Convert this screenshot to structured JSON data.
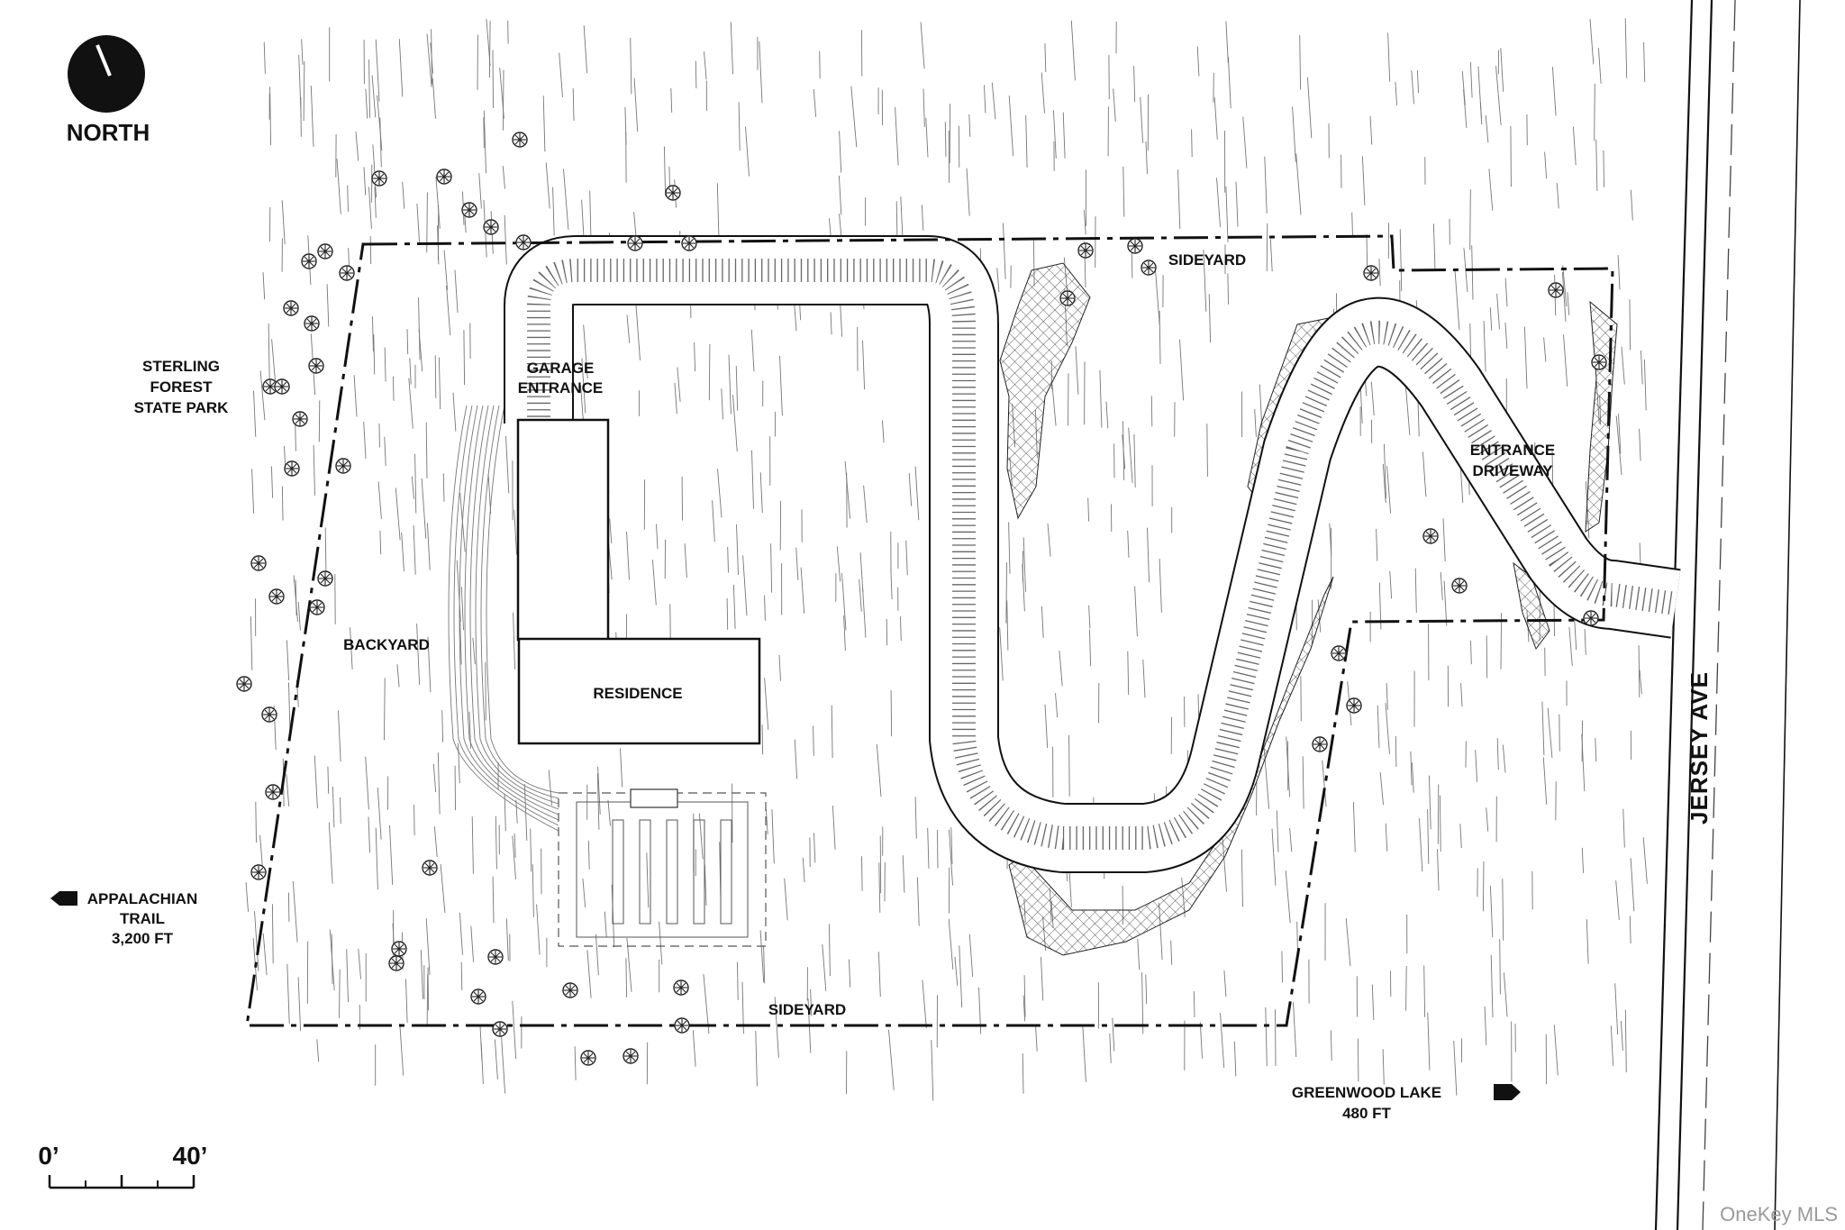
{
  "compass": {
    "label": "NORTH",
    "icon": "north-arrow-icon"
  },
  "areas": {
    "sterling_forest": "STERLING\nFOREST\nSTATE PARK",
    "garage_entrance": "GARAGE\nENTRANCE",
    "sideyard_north": "SIDEYARD",
    "sideyard_south": "SIDEYARD",
    "backyard": "BACKYARD",
    "residence": "RESIDENCE",
    "entrance_driveway": "ENTRANCE\nDRIVEWAY"
  },
  "road": {
    "name": "JERSEY AVE"
  },
  "pointers": {
    "appalachian": {
      "label": "APPALACHIAN\nTRAIL\n3,200 FT",
      "icon": "arrow-left-icon"
    },
    "greenwood": {
      "label": "GREENWOOD LAKE\n480 FT",
      "icon": "arrow-right-icon"
    }
  },
  "scale_bar": {
    "start": "0’",
    "end": "40’"
  },
  "watermark": "OneKey MLS"
}
